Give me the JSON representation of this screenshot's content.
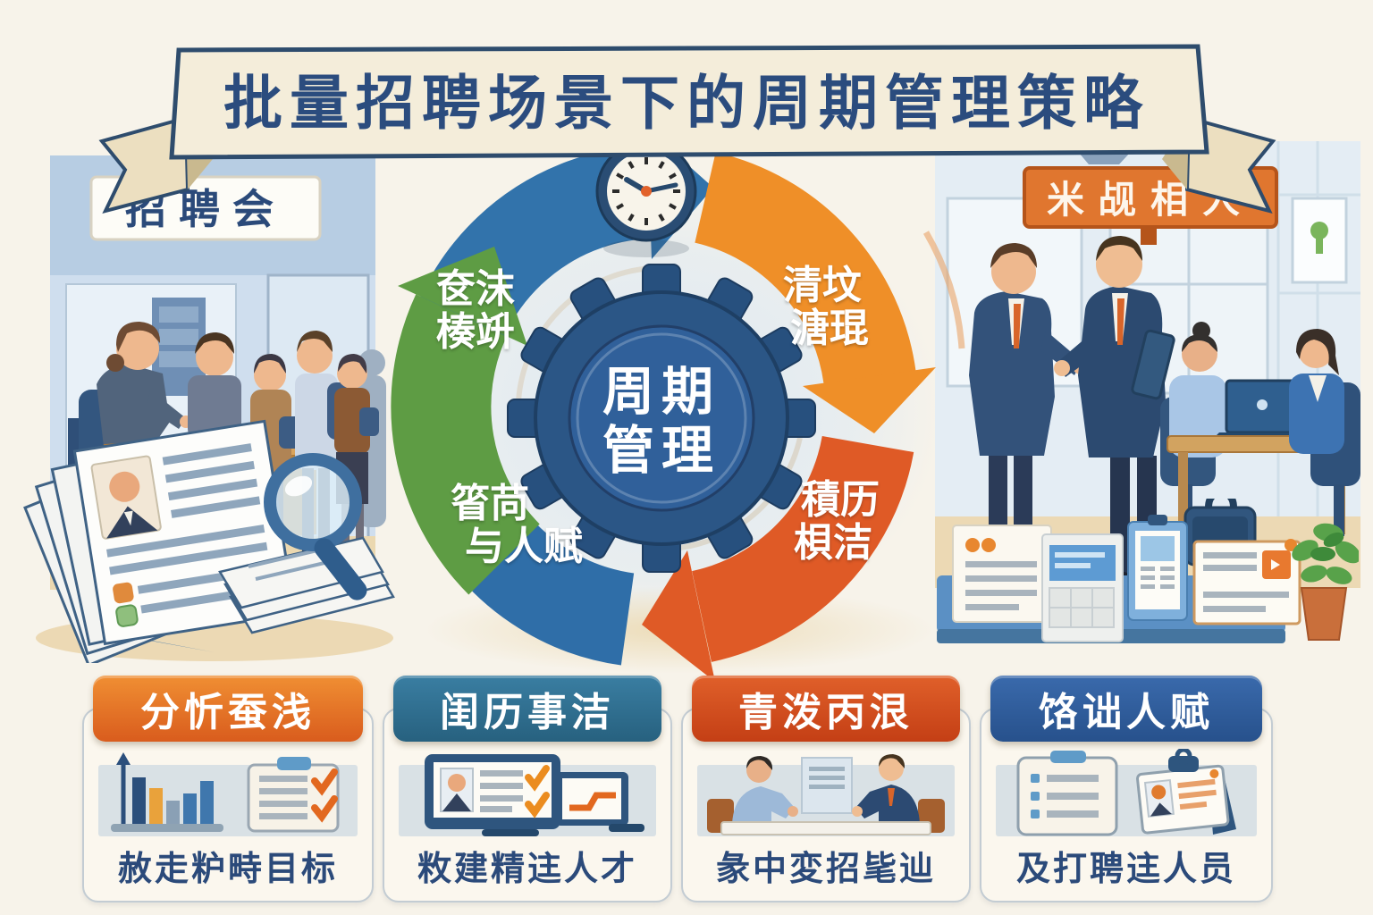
{
  "banner": {
    "title": "批量招聘场景下的周期管理策略"
  },
  "left_scene": {
    "sign": "招聘会",
    "description": "recruitment-fair desk with recruiter and queue of candidates"
  },
  "right_scene": {
    "sign": "米觇相人",
    "description": "handshake between two businessmen, staff working at laptop desk"
  },
  "cycle": {
    "center": {
      "line1": "周期",
      "line2": "管理"
    },
    "labels": {
      "blue": {
        "line1": "奁沫",
        "line2": "楱竔"
      },
      "orange": {
        "line1": "清坟",
        "line2": "溏琨"
      },
      "red": {
        "line1": "積历",
        "line2": "梖洁"
      },
      "green": {
        "line1": "箵苘",
        "line2": "与人赋"
      }
    },
    "icons": {
      "clock": "wall-clock",
      "gear": "gear"
    }
  },
  "cards": [
    {
      "header": "分忻蚕浅",
      "caption": "赦走粐畤目标",
      "header_color": "#e8702a",
      "icon": "bar-chart-and-checklist"
    },
    {
      "header": "闺历事洁",
      "caption": "敉建精迬人才",
      "header_color": "#2f6f93",
      "icon": "laptop-resume-checks"
    },
    {
      "header": "青泼丙泿",
      "caption": "彖中変招毞辿",
      "header_color": "#d94a1f",
      "icon": "interview-table"
    },
    {
      "header": "饹诎人赋",
      "caption": "及打聘迬人员",
      "header_color": "#2f5b9a",
      "icon": "checklist-and-badge"
    }
  ],
  "colors": {
    "background": "#f7f3ea",
    "banner_fill": "#f4edda",
    "navy_text": "#2b4a7a",
    "arrow_blue": "#3273ab",
    "arrow_orange": "#ef8f28",
    "arrow_red": "#df5a26",
    "arrow_green": "#5e9c44",
    "gear_navy": "#2b5686",
    "sign_orange": "#e0762f"
  }
}
